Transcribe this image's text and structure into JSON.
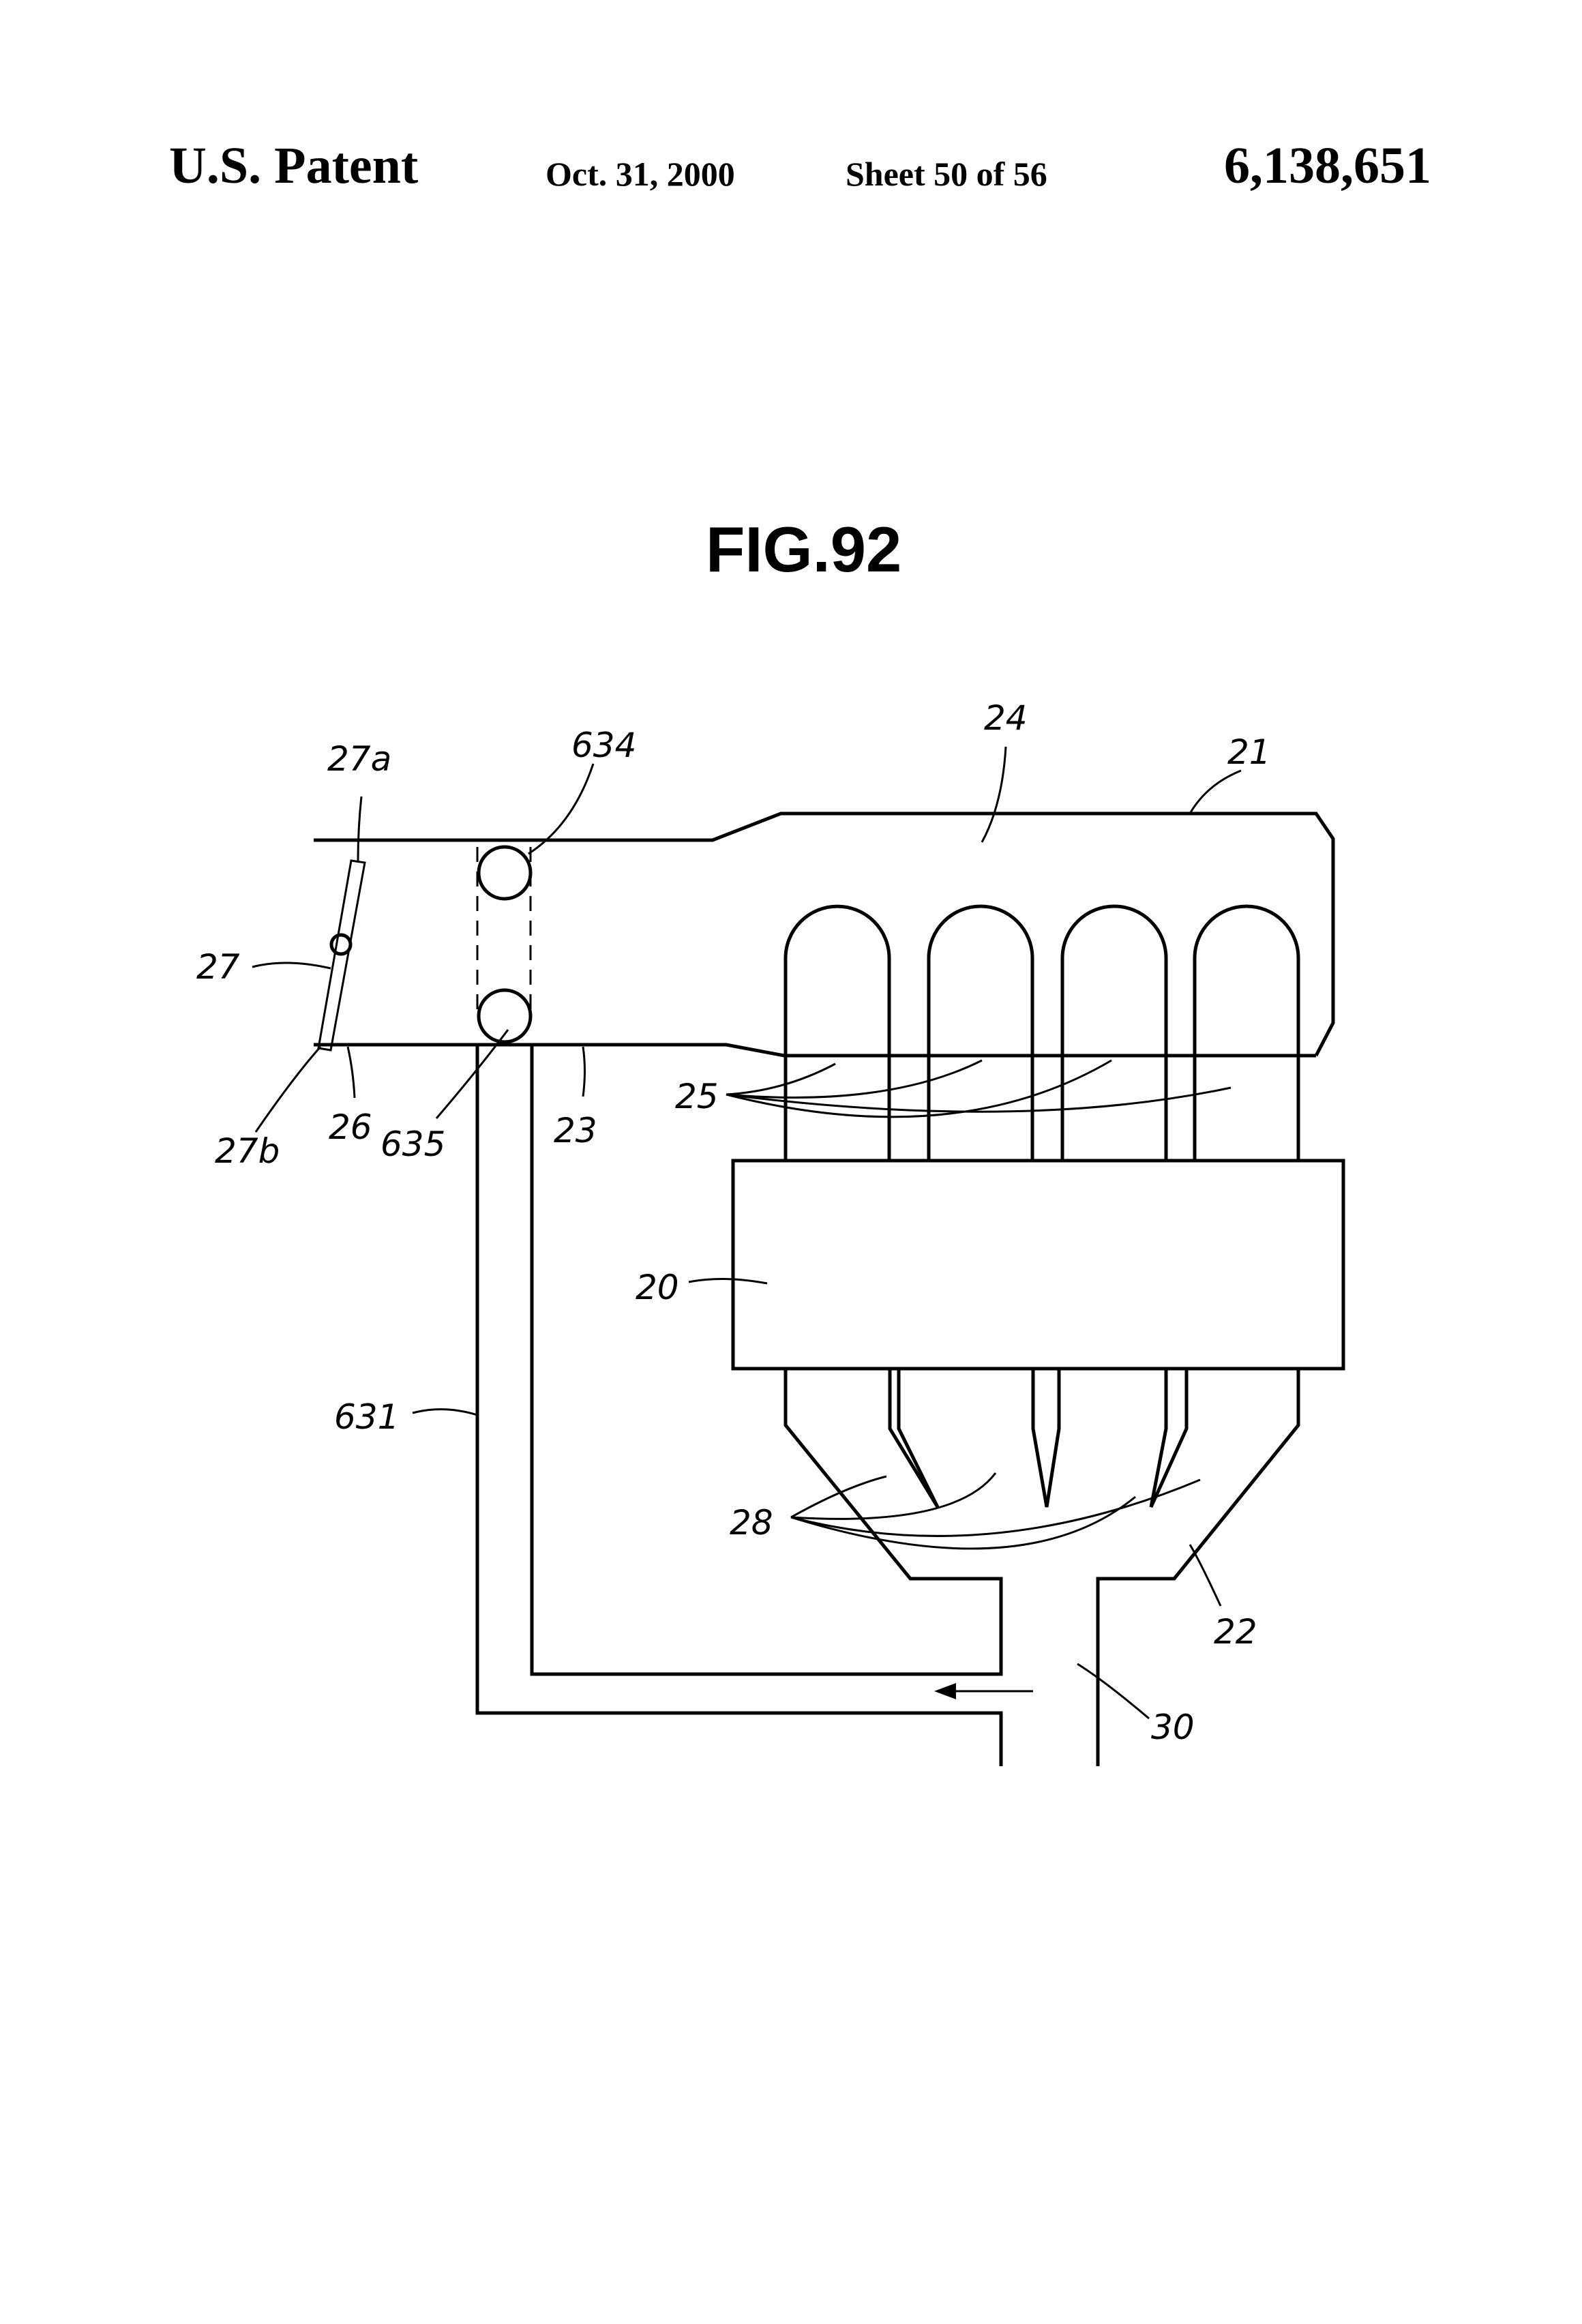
{
  "header": {
    "left": "U.S. Patent",
    "date": "Oct. 31, 2000",
    "sheet": "Sheet 50 of 56",
    "patent_number": "6,138,651"
  },
  "figure": {
    "title": "FIG.92",
    "labels": {
      "l20": "20",
      "l21": "21",
      "l22": "22",
      "l23": "23",
      "l24": "24",
      "l25": "25",
      "l26": "26",
      "l27": "27",
      "l27a": "27a",
      "l27b": "27b",
      "l28": "28",
      "l30": "30",
      "l631": "631",
      "l634": "634",
      "l635": "635"
    }
  }
}
